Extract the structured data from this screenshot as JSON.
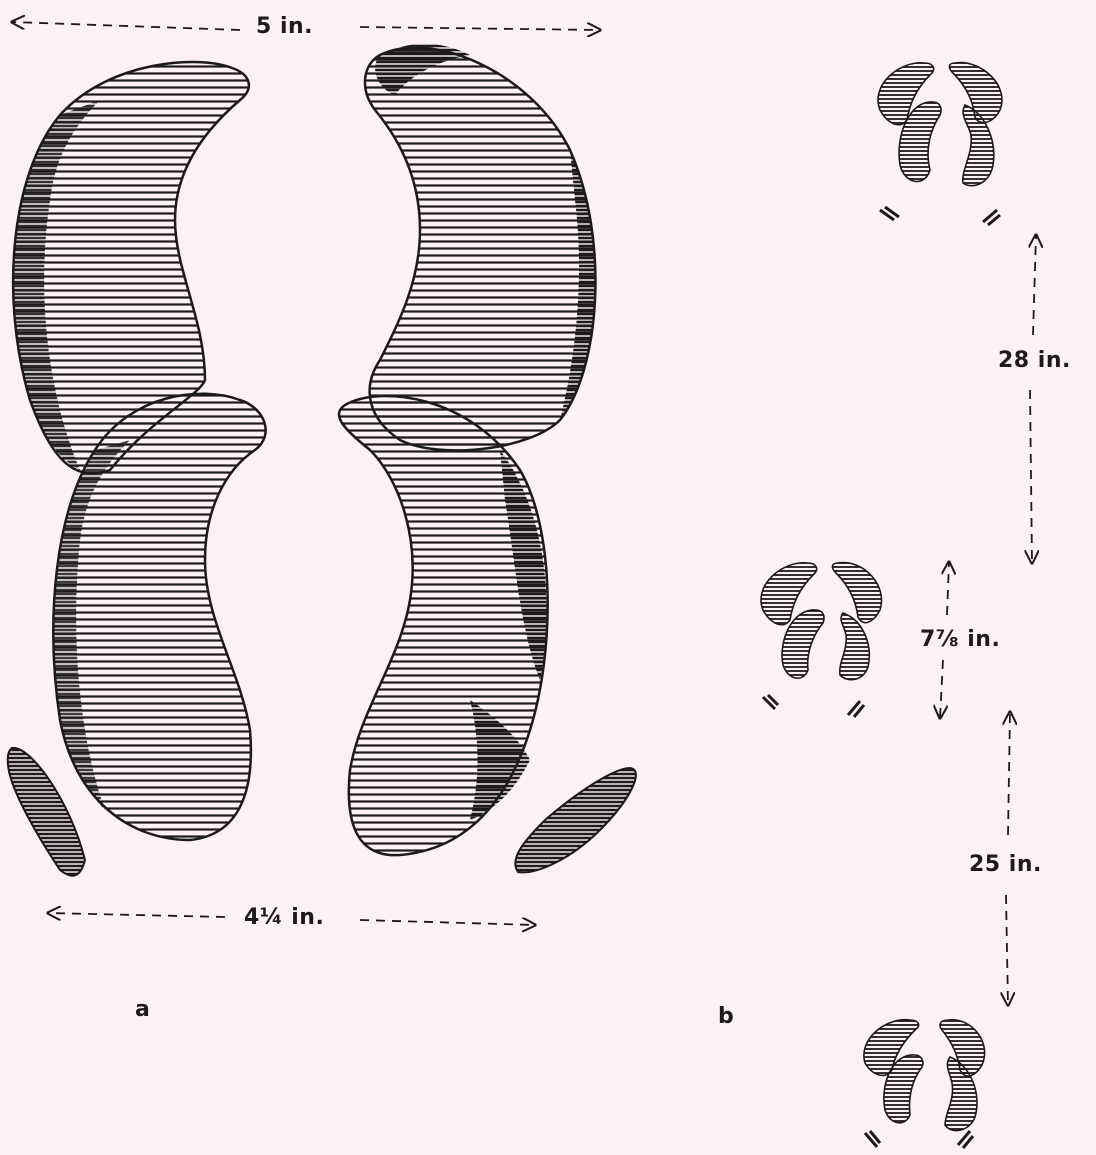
{
  "panels": {
    "a": {
      "label": "a",
      "width_top": "5 in.",
      "width_bottom": "4¼ in."
    },
    "b": {
      "label": "b",
      "gap_upper": "28 in.",
      "step_length": "7⅞ in.",
      "gap_lower": "25 in."
    }
  },
  "colors": {
    "ink": "#1c1a1b",
    "paper": "#fcf2f3"
  }
}
